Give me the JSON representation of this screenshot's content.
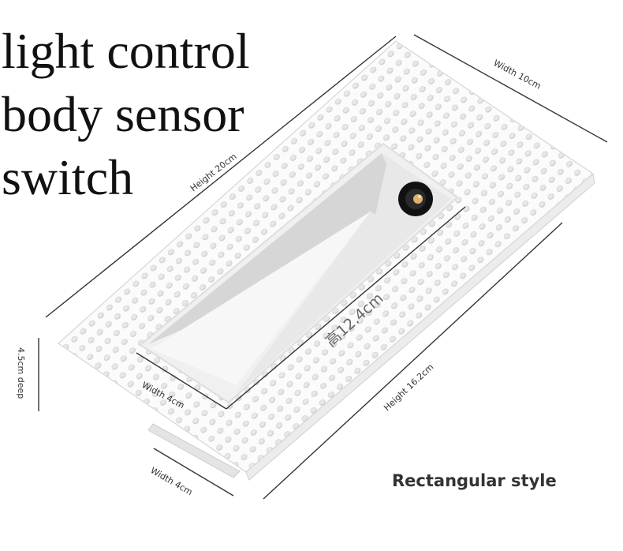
{
  "title": {
    "line1": "light control",
    "line2": "body sensor",
    "line3": "switch"
  },
  "style_label": "Rectangular style",
  "dimensions": {
    "width_outer": "Width 10cm",
    "height_outer": "Height 20cm",
    "depth": "4.5cm deep",
    "width_inner": "Width 4cm",
    "height_inner": "Height 16.2cm",
    "width_bottom": "Width 4cm",
    "opening_length": "高12.4cm"
  },
  "colors": {
    "plate": "#fbfbfb",
    "hole": "#cfd2d6",
    "cavity_face": "#f0f0f0",
    "cavity_shadow": "#d6d6d6",
    "sensor_ring": "#111111",
    "sensor_lens": "#e0b070",
    "line": "#333333"
  }
}
